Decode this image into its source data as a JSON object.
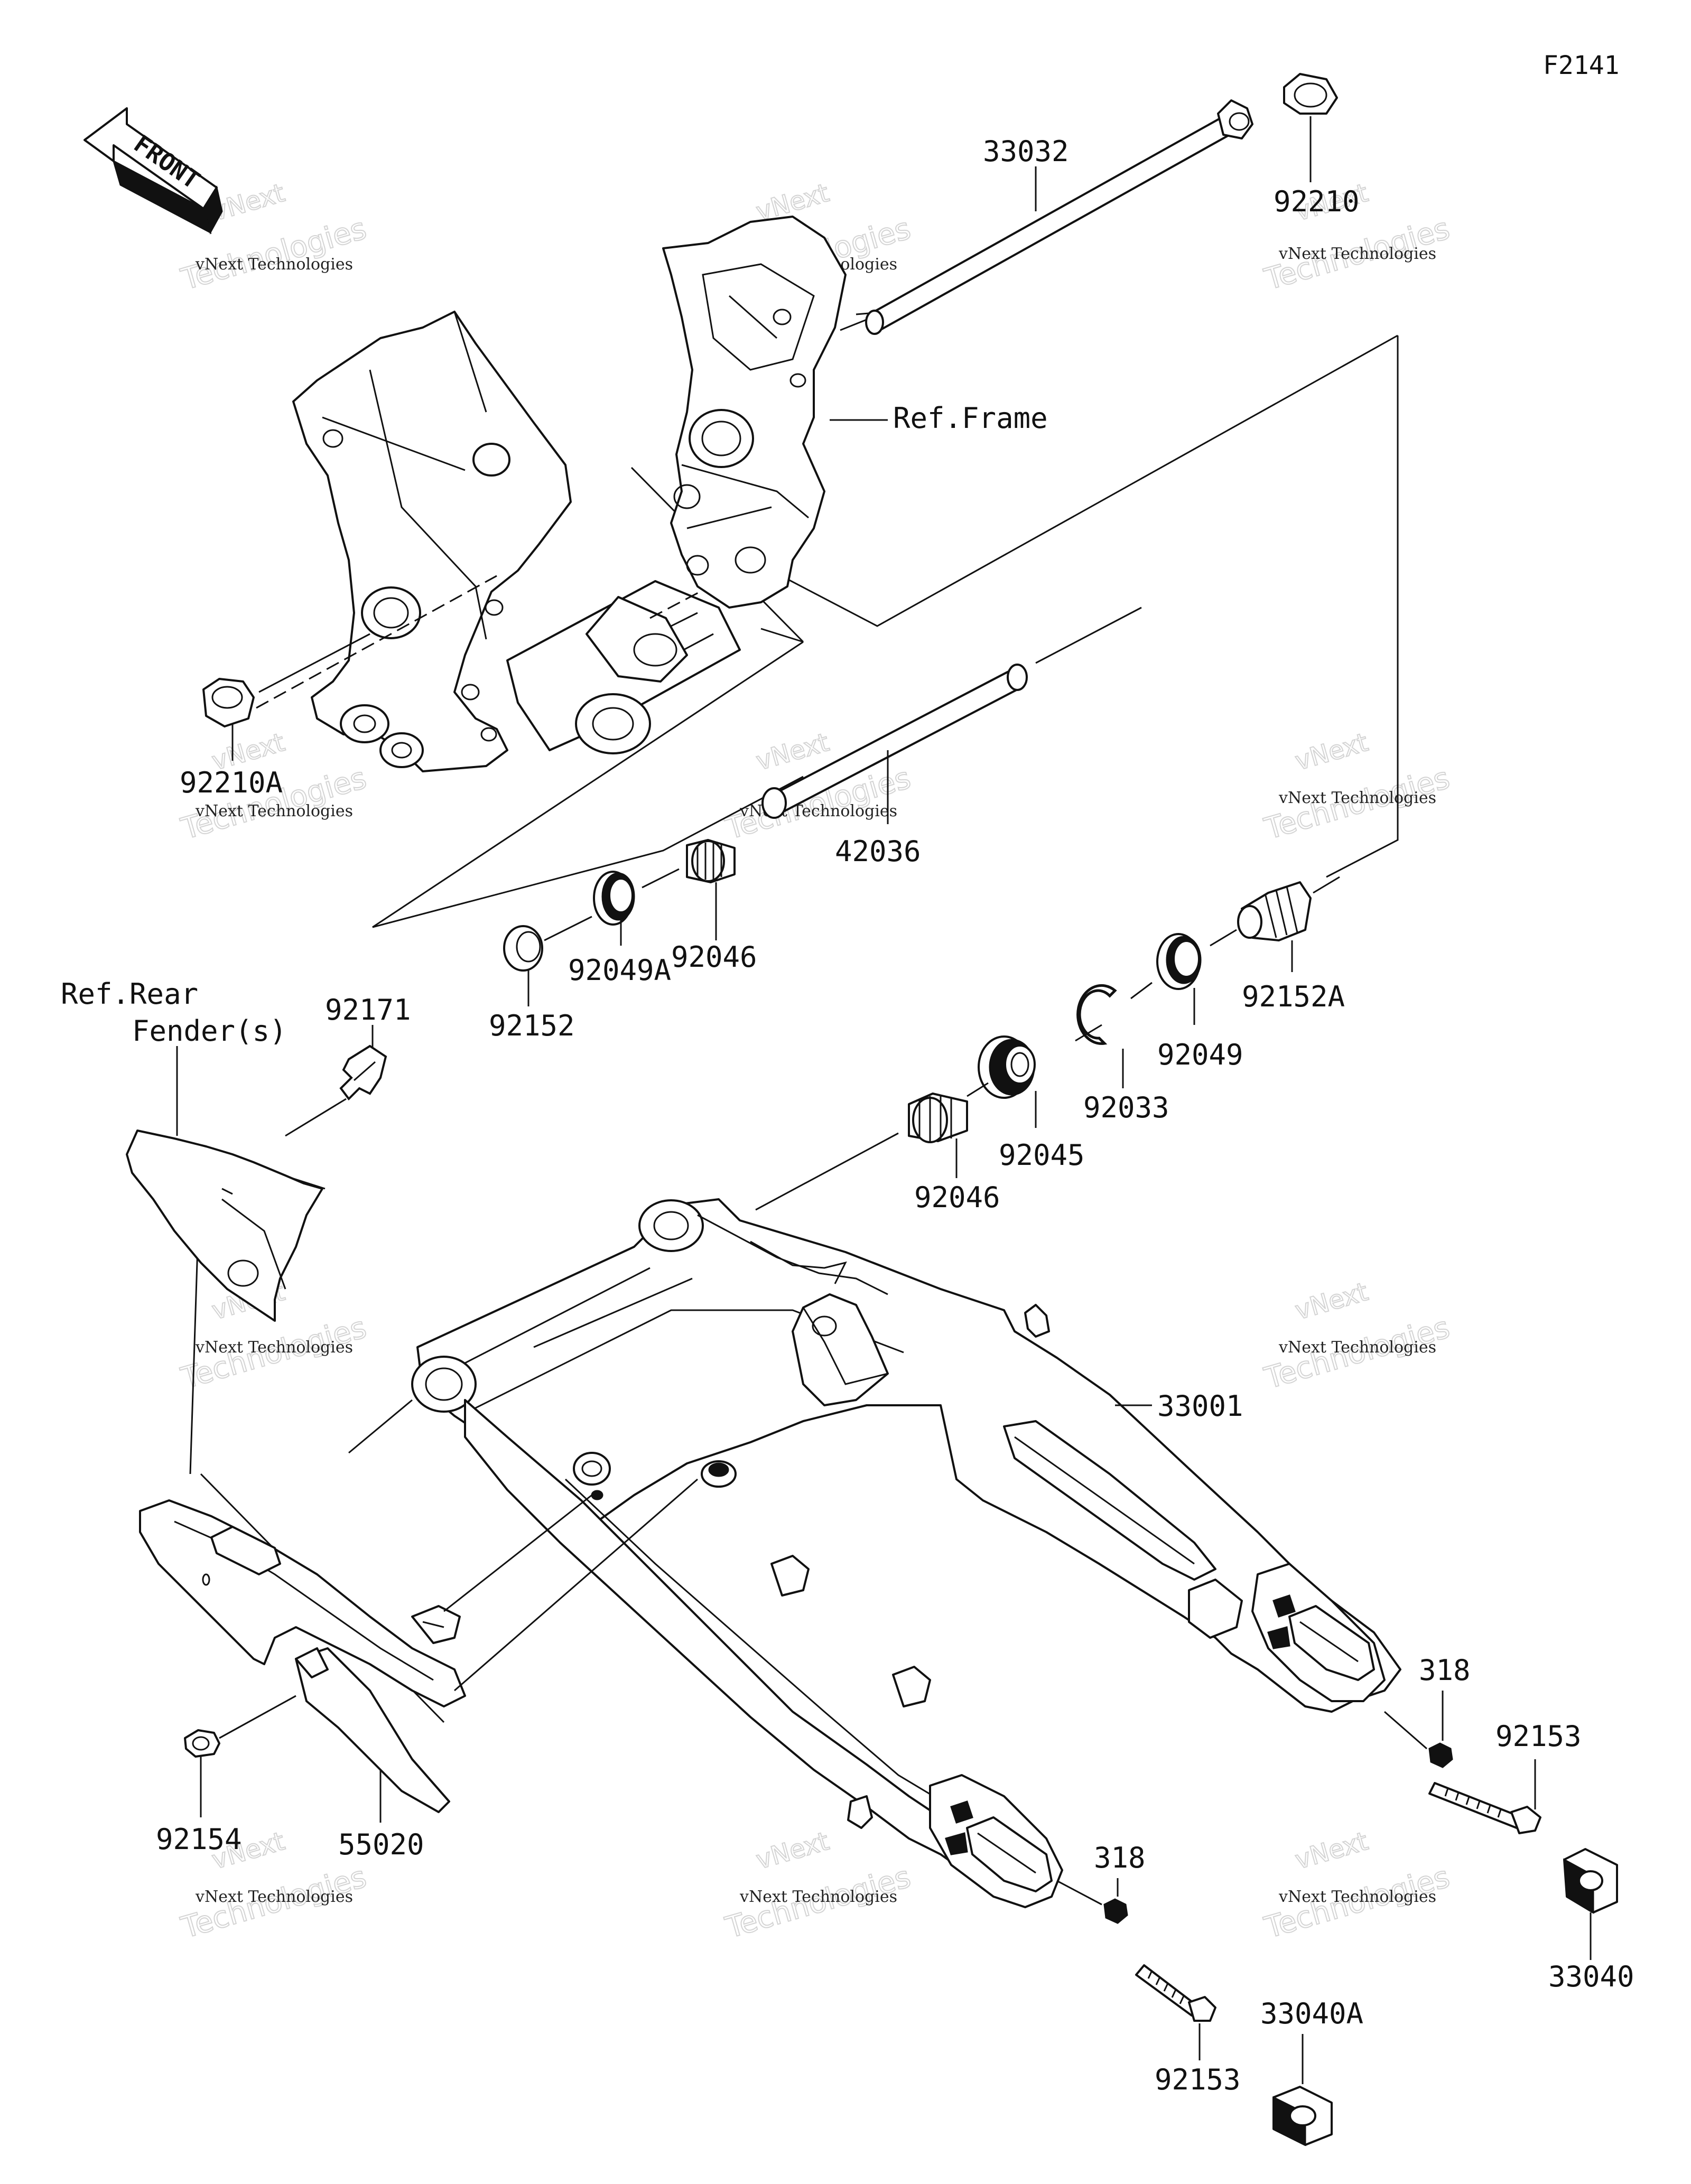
{
  "diagram_code": "F2141",
  "front_arrow_label": "FRONT",
  "references": {
    "frame": "Ref.Frame",
    "rear_fender_line1": "Ref.Rear",
    "rear_fender_line2": "Fender(s)"
  },
  "part_labels": {
    "p33032": "33032",
    "p92210": "92210",
    "p92210A": "92210A",
    "p42036": "42036",
    "p92046_upper": "92046",
    "p92049A": "92049A",
    "p92152": "92152",
    "p92152A": "92152A",
    "p92049": "92049",
    "p92033": "92033",
    "p92045": "92045",
    "p92046_lower": "92046",
    "p92171": "92171",
    "p33001": "33001",
    "p318_right": "318",
    "p92153_right": "92153",
    "p33040": "33040",
    "p318_center": "318",
    "p92153_center": "92153",
    "p33040A": "33040A",
    "p92154": "92154",
    "p55020": "55020"
  },
  "watermark": {
    "line1": "vNext Technologies",
    "line2": "Technologies",
    "line3": "vNext"
  }
}
